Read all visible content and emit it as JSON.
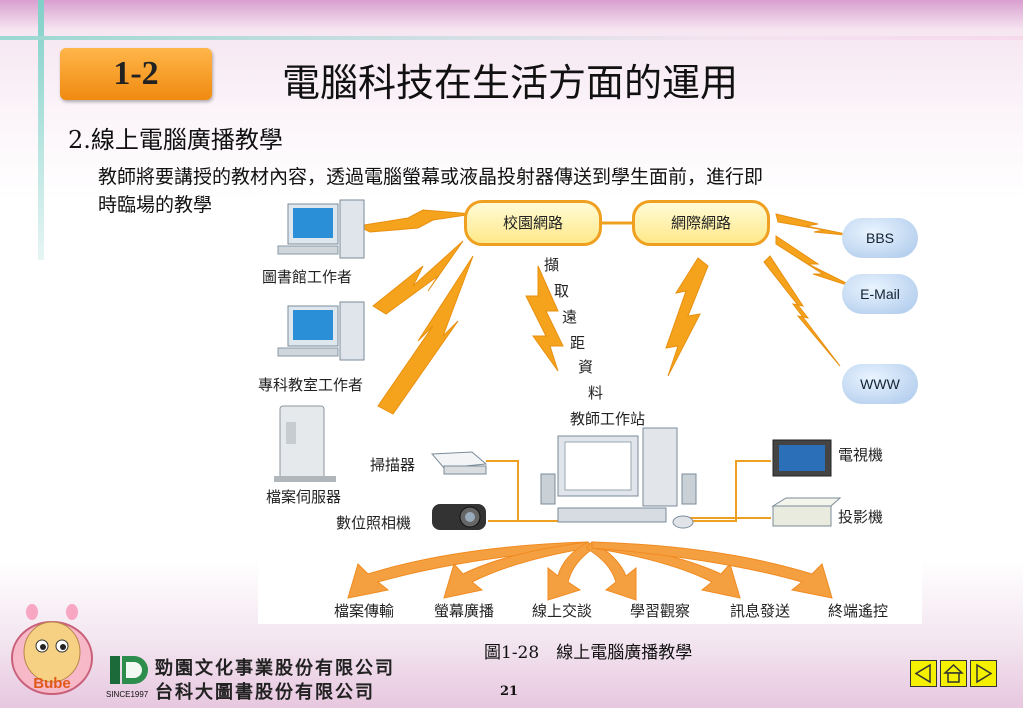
{
  "section_badge": "1-2",
  "title": "電腦科技在生活方面的運用",
  "subtitle": "2.線上電腦廣播教學",
  "paragraph": {
    "line1": "教師將要講授的教材內容，透過電腦螢幕或液晶投射器傳送到學生面前，進行即",
    "line2": "時臨場的教學"
  },
  "figure": {
    "campus_network": "校園網路",
    "internet": "網際網路",
    "remote_data_chars": [
      "擷",
      "取",
      "遠",
      "距",
      "資",
      "料"
    ],
    "teacher_station": "教師工作站",
    "library": "圖書館工作者",
    "classroom": "專科教室工作者",
    "file_server": "檔案伺服器",
    "scanner": "掃描器",
    "camera": "數位照相機",
    "tv": "電視機",
    "projector": "投影機",
    "clouds": [
      "BBS",
      "E-Mail",
      "WWW"
    ],
    "functions": [
      "檔案傳輸",
      "螢幕廣播",
      "線上交談",
      "學習觀察",
      "訊息發送",
      "終端遙控"
    ]
  },
  "caption": "圖1-28　線上電腦廣播教學",
  "page_number": "21",
  "footer": {
    "company1": "勁園文化事業股份有限公司",
    "company2": "台科大圖書股份有限公司",
    "since": "SINCE1997",
    "mascot_text": "Bube"
  },
  "colors": {
    "accent": "#f08a10",
    "bolt": "#f5a21c",
    "nav": "#f4f000"
  }
}
